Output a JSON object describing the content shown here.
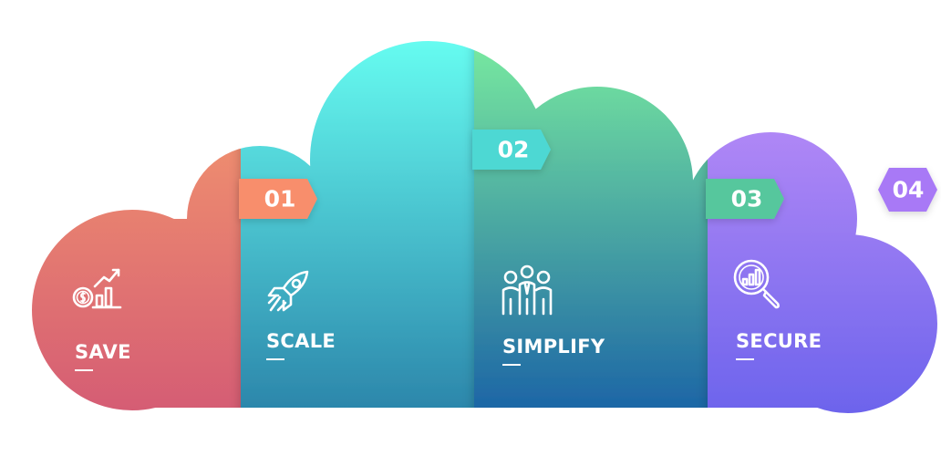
{
  "steps": [
    {
      "number": "01",
      "label": "SCALE",
      "icon": "rocket-icon"
    },
    {
      "number": "02",
      "label": "SIMPLIFY",
      "icon": "team-icon"
    },
    {
      "number": "03",
      "label": "SECURE",
      "icon": "magnifier-chart-icon"
    },
    {
      "number": "04"
    }
  ],
  "save": {
    "label": "SAVE",
    "icon": "money-growth-icon"
  },
  "colors": {
    "save_top": "#F8A06D",
    "save_bottom": "#D45B74",
    "scale_top": "#67FDF1",
    "scale_bottom": "#2A83A9",
    "simplify_top": "#79EB9F",
    "simplify_bottom": "#1A62A6",
    "secure_top": "#C693F9",
    "secure_bottom": "#6B63EC",
    "badge_01": "#F88E6C",
    "badge_02": "#4ED8D3",
    "badge_03": "#57C79D",
    "badge_04": "#A879F6"
  }
}
